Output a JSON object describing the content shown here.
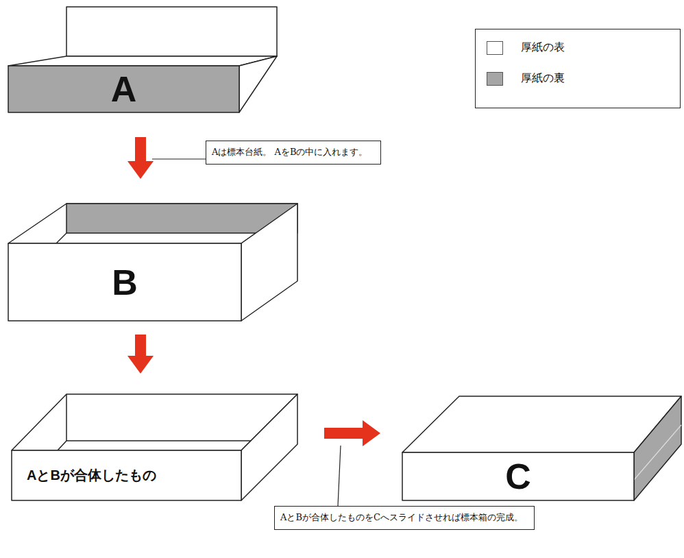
{
  "diagram": {
    "nodes": [
      {
        "text": [
          "A"
        ]
      },
      {
        "text": [
          "Aは標本台紙。 AをBの中に入れます。"
        ]
      },
      {
        "text": [
          "B"
        ]
      },
      {
        "text": [
          "AとBが合体したもの"
        ]
      },
      {
        "text": [
          "C"
        ]
      },
      {
        "text": [
          "AとBが合体したものをCへスライドさせれば標本箱の完成。"
        ]
      }
    ],
    "edges": [
      {
        "from": 0,
        "to": 2,
        "arrow": "to"
      },
      {
        "from": 2,
        "to": 3,
        "arrow": "to"
      },
      {
        "from": 3,
        "to": 4,
        "arrow": "to"
      }
    ],
    "legend": [
      {
        "text": "厚紙の表",
        "color": "#ffffff"
      },
      {
        "text": "厚紙の裏",
        "color": "#a6a6a6"
      }
    ]
  }
}
